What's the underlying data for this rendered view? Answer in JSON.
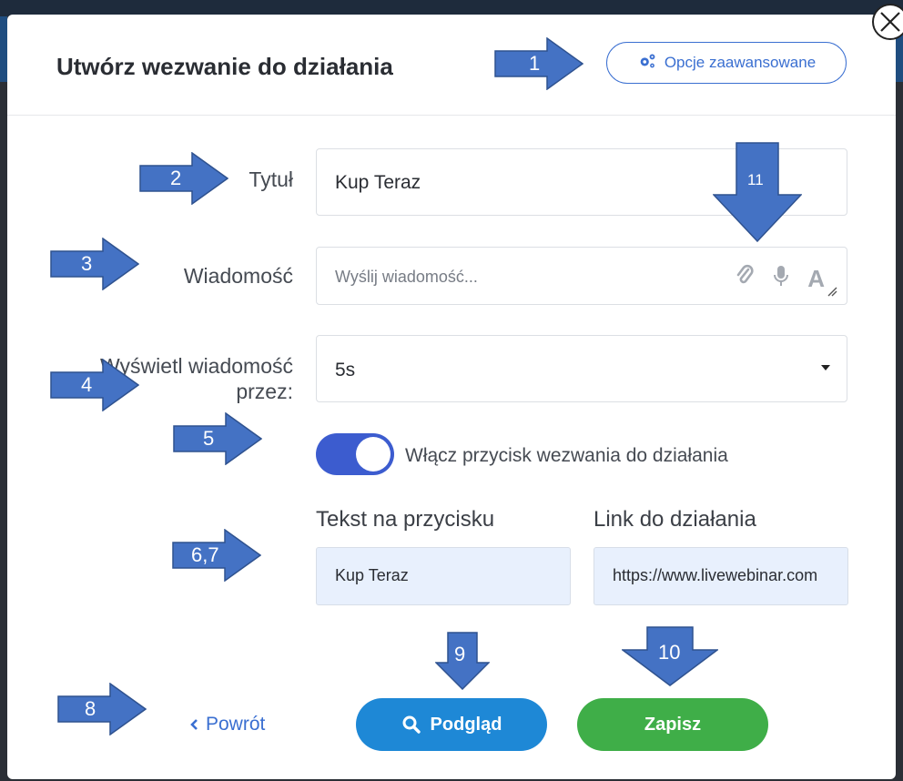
{
  "dialog": {
    "title": "Utwórz wezwanie do działania",
    "advanced_options_label": "Opcje zaawansowane"
  },
  "form": {
    "title_label": "Tytuł",
    "title_value": "Kup Teraz",
    "message_label": "Wiadomość",
    "message_placeholder": "Wyślij wiadomość...",
    "display_label_line1": "Wyświetl wiadomość",
    "display_label_line2": "przez:",
    "display_value": "5s",
    "cta_toggle_label": "Włącz przycisk wezwania do działania",
    "cta_toggle_on": true,
    "button_text_label": "Tekst na przycisku",
    "button_text_value": "Kup Teraz",
    "action_link_label": "Link do działania",
    "action_link_value": "https://www.livewebinar.com"
  },
  "footer": {
    "back_label": "Powrót",
    "preview_label": "Podgląd",
    "save_label": "Zapisz"
  },
  "annotations": [
    "1",
    "2",
    "3",
    "4",
    "5",
    "6,7",
    "8",
    "9",
    "10",
    "11"
  ],
  "colors": {
    "accent_blue": "#3a6fd1",
    "toggle_blue": "#3c5ccf",
    "preview_blue": "#1e88d6",
    "save_green": "#3fae48",
    "annotation_arrow": "#4472c4"
  },
  "icons": [
    "gears-icon",
    "paperclip-icon",
    "microphone-icon",
    "font-icon",
    "search-icon",
    "chevron-left-icon",
    "close-icon"
  ]
}
